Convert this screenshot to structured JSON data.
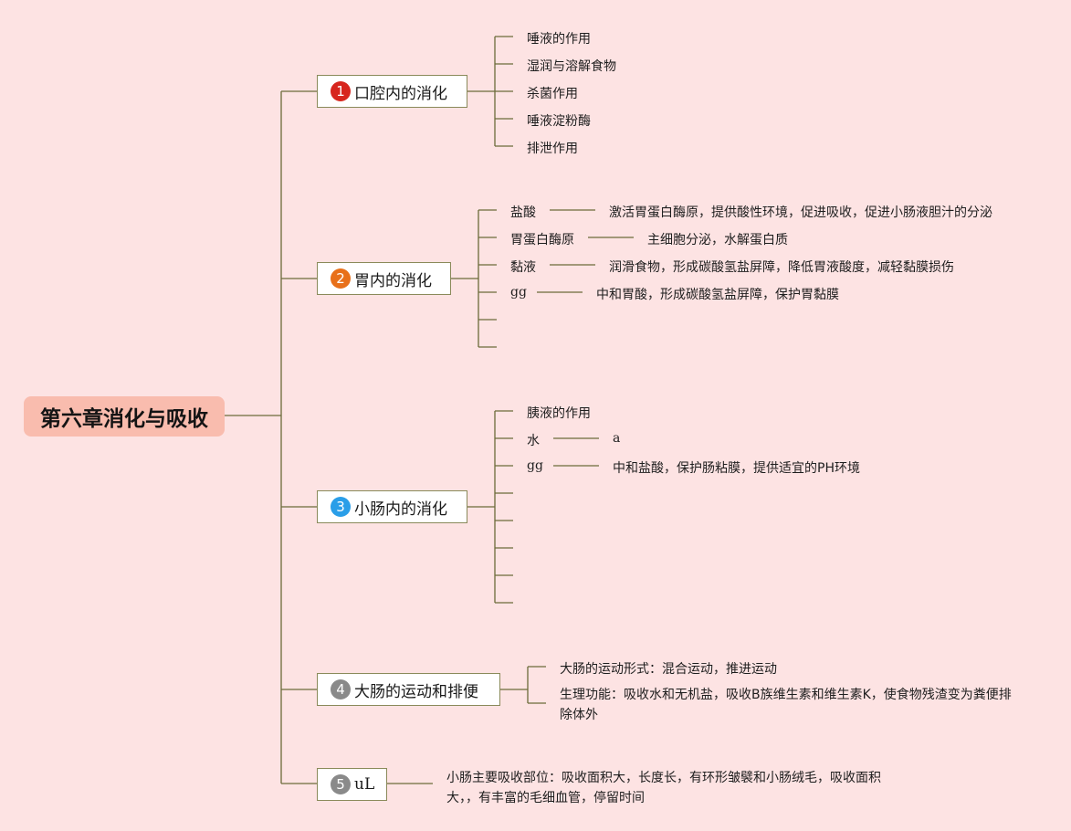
{
  "title": "第六章消化与吸收",
  "colors": {
    "background": "#fde3e3",
    "root_fill": "#f9bcae",
    "line": "#6b6b3a",
    "badge_1": "#d7261e",
    "badge_2": "#e8701a",
    "badge_3": "#2a9ee8",
    "badge_4": "#8a8a8a",
    "badge_5": "#8a8a8a"
  },
  "branches": [
    {
      "num": "1",
      "label": "口腔内的消化",
      "items": [
        "唾液的作用",
        "湿润与溶解食物",
        "杀菌作用",
        "唾液淀粉酶",
        "排泄作用"
      ]
    },
    {
      "num": "2",
      "label": "胃内的消化",
      "items": [
        {
          "label": "盐酸",
          "detail": "激活胃蛋白酶原，提供酸性环境，促进吸收，促进小肠液胆汁的分泌"
        },
        {
          "label": "胃蛋白酶原",
          "detail": "主细胞分泌，水解蛋白质"
        },
        {
          "label": "黏液",
          "detail": "润滑食物，形成碳酸氢盐屏障，降低胃液酸度，减轻黏膜损伤"
        },
        {
          "label": "gg",
          "detail": "中和胃酸，形成碳酸氢盐屏障，保护胃黏膜"
        }
      ]
    },
    {
      "num": "3",
      "label": "小肠内的消化",
      "items": [
        {
          "label": "胰液的作用"
        },
        {
          "label": "水",
          "detail": "a"
        },
        {
          "label": "gg",
          "detail": "中和盐酸，保护肠粘膜，提供适宜的PH环境"
        }
      ]
    },
    {
      "num": "4",
      "label": "大肠的运动和排便",
      "items": [
        "大肠的运动形式：混合运动，推进运动",
        "生理功能：吸收水和无机盐，吸收B族维生素和维生素K，使食物残渣变为粪便排除体外"
      ]
    },
    {
      "num": "5",
      "label": "uL",
      "items": [
        "小肠主要吸收部位：吸收面积大，长度长，有环形皱襞和小肠绒毛，吸收面积大，，有丰富的毛细血管，停留时间"
      ]
    }
  ]
}
